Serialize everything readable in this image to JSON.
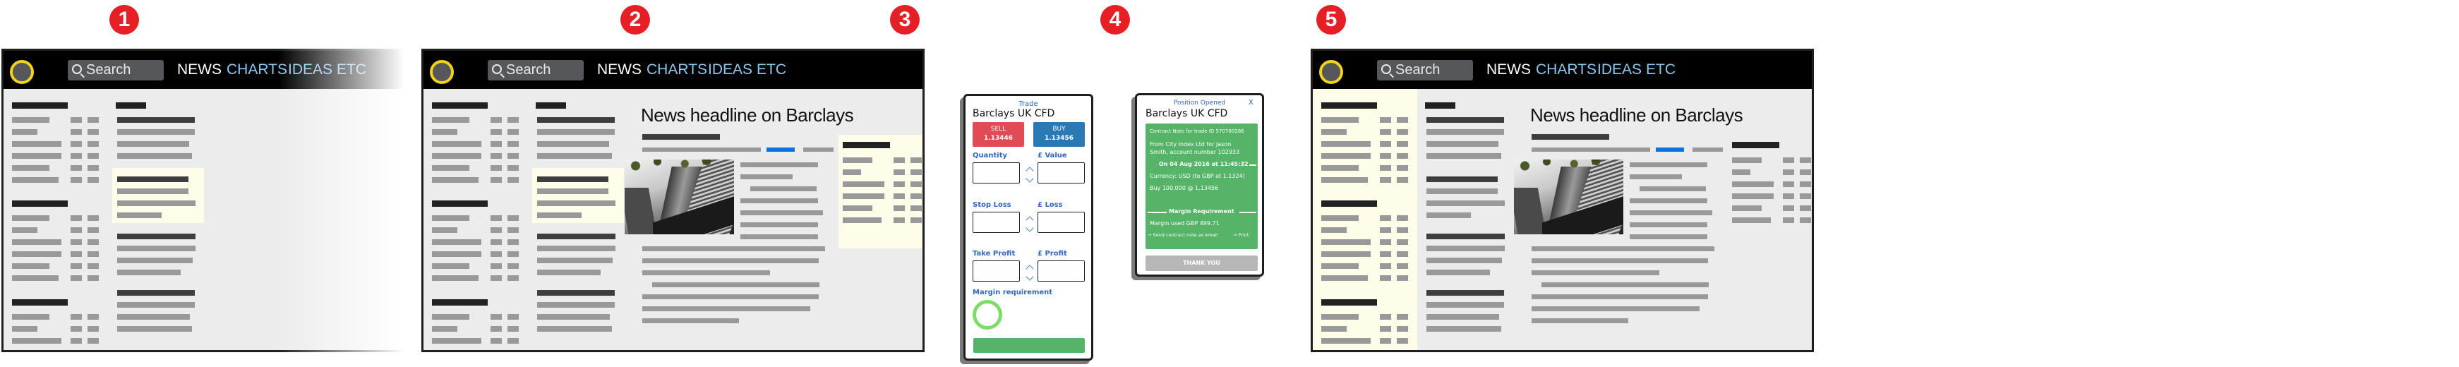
{
  "steps": [
    "1",
    "2",
    "3",
    "4",
    "5"
  ],
  "header": {
    "search_placeholder": "Search",
    "nav": [
      "NEWS",
      "CHARTS",
      "IDEAS",
      "ETC"
    ]
  },
  "article": {
    "headline": "News headline on Barclays"
  },
  "trade": {
    "caption": "Trade",
    "instrument": "Barclays UK CFD",
    "sell_label": "SELL",
    "sell_price": "1.13446",
    "buy_label": "BUY",
    "buy_price": "1.13456",
    "quantity_label": "Quantity",
    "value_label": "£ Value",
    "stop_loss_label": "Stop Loss",
    "loss_label": "£ Loss",
    "take_profit_label": "Take Profit",
    "profit_label": "£ Profit",
    "margin_label": "Margin requirement"
  },
  "position": {
    "caption": "Position Opened",
    "close": "X",
    "instrument": "Barclays UK CFD",
    "contract_note": "Contract Note for trade ID 570780286",
    "from_line1": "From City Index Ltd for Jason",
    "from_line2": "Smith, account number 102933",
    "date_line": "On 04 Aug 2016 at 11:45:32",
    "currency_line": "Currency: USD (to GBP at 1.1324)",
    "buy_line": "Buy  100,000 @ 1.13456",
    "margin_heading": "Margin Requirement",
    "margin_used": "Margin used GBP 499.71",
    "email_link": "Send contract note as email",
    "print_link": "Print",
    "thank_you": "THANK YOU"
  },
  "colors": {
    "step_marker": "#e61e25",
    "sell": "#e04b55",
    "buy": "#2a78b4",
    "confirm_green": "#55b467",
    "highlight": "#fdfdea",
    "link_blue": "#8dc8f0",
    "accent_blue": "#0a72d8"
  }
}
